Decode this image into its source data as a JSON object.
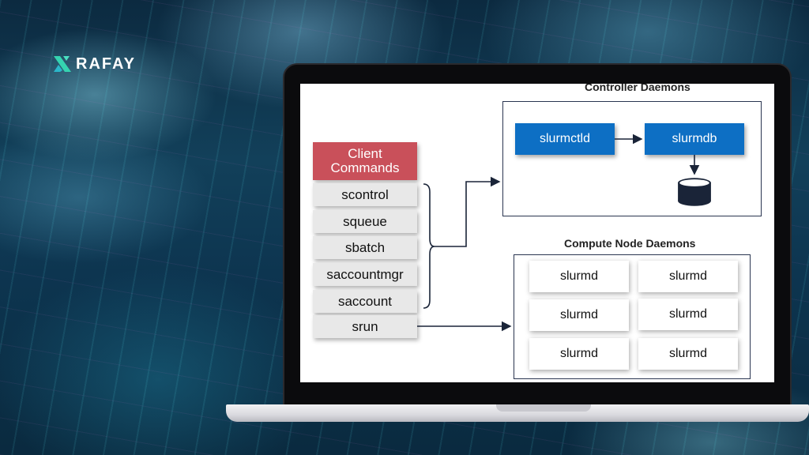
{
  "brand": {
    "name": "RAFAY",
    "logo_icon": "rafay-logo-icon"
  },
  "diagram": {
    "client_commands": {
      "title": "Client Commands",
      "items": [
        "scontrol",
        "squeue",
        "sbatch",
        "saccountmgr",
        "saccount",
        "srun"
      ]
    },
    "controller": {
      "title": "Controller Daemons",
      "slurmctld": "slurmctld",
      "slurmdb": "slurmdb",
      "database_icon": "database-icon"
    },
    "compute": {
      "title": "Compute Node Daemons",
      "nodes": [
        "slurmd",
        "slurmd",
        "slurmd",
        "slurmd",
        "slurmd",
        "slurmd"
      ]
    }
  },
  "colors": {
    "command_header": "#c9505a",
    "daemon_blue": "#0d6fc4",
    "command_item": "#e8e8e8"
  }
}
